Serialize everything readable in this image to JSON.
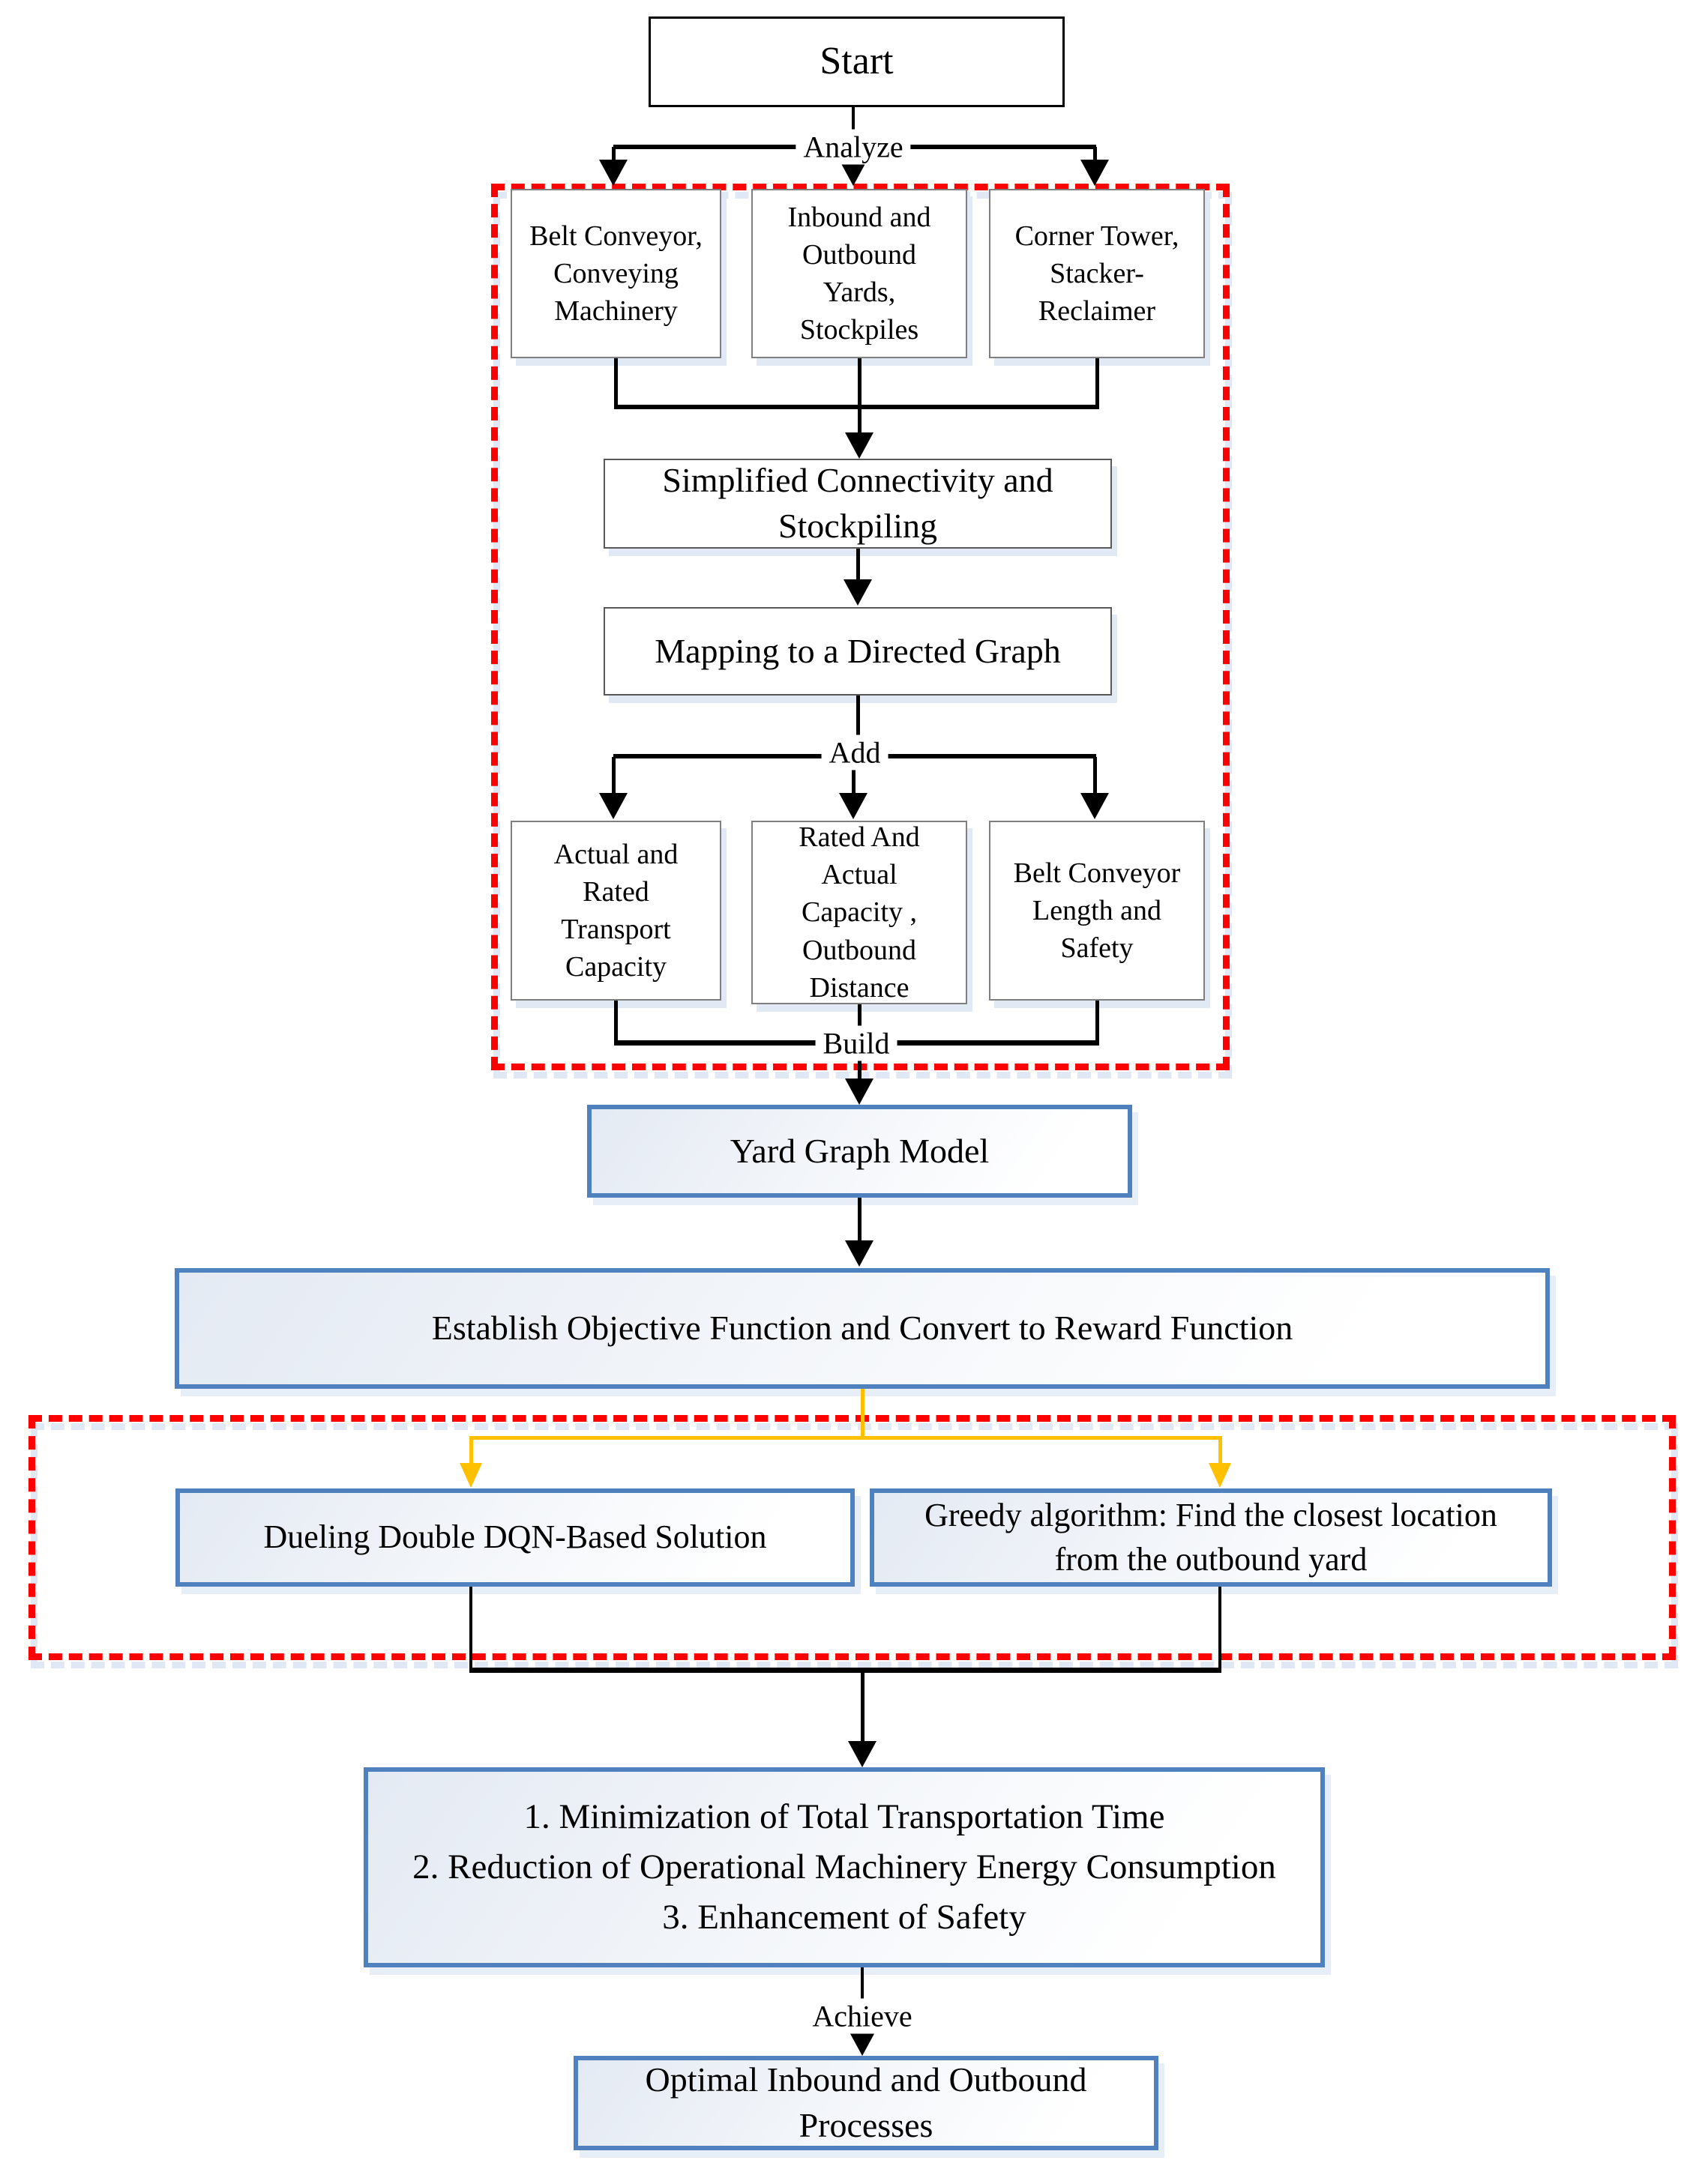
{
  "flow": {
    "start_label": "Start",
    "labels": {
      "analyze": "Analyze",
      "add": "Add",
      "build": "Build",
      "achieve": "Achieve"
    },
    "row1": [
      "Belt Conveyor, Conveying Machinery",
      "Inbound and Outbound Yards, Stockpiles",
      "Corner Tower, Stacker-Reclaimer"
    ],
    "simplified": "Simplified Connectivity and Stockpiling",
    "mapping": "Mapping to a Directed Graph",
    "row2": [
      "Actual and Rated Transport Capacity",
      "Rated And Actual Capacity , Outbound Distance",
      "Belt Conveyor Length and Safety"
    ],
    "yard": "Yard Graph Model",
    "establish": "Establish Objective Function and Convert to Reward Function",
    "solutions": [
      "Dueling Double DQN-Based Solution",
      "Greedy algorithm: Find the closest location from the outbound yard"
    ],
    "outcomes": [
      "1. Minimization of Total Transportation Time",
      "2. Reduction of Operational Machinery Energy Consumption",
      "3. Enhancement of Safety"
    ],
    "final": "Optimal Inbound and Outbound Processes",
    "colors": {
      "dashed_border": "#FF0000",
      "blue_border": "#4E81BD",
      "yellow_connector": "#FFC000",
      "gray_border": "#7F7F7F",
      "line": "#000000"
    }
  }
}
